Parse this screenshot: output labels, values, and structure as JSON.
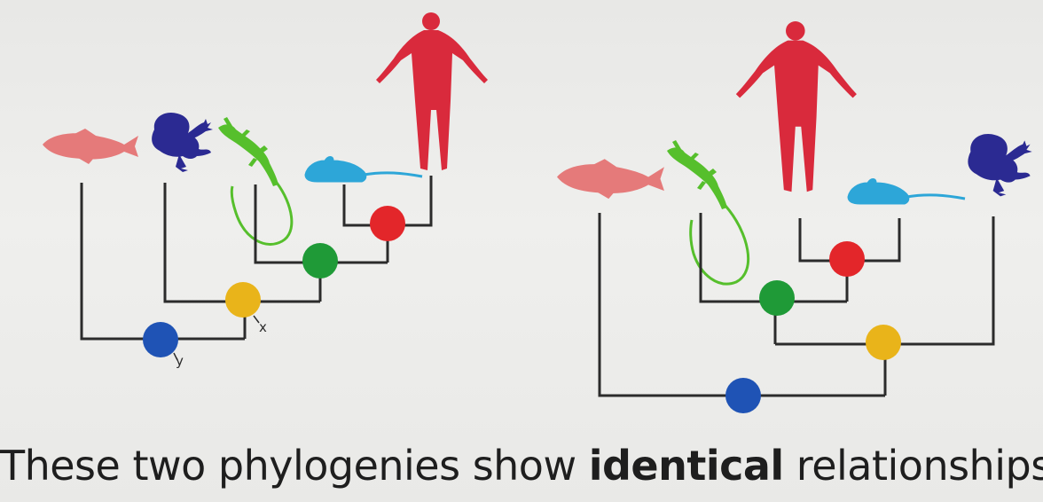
{
  "colors": {
    "fish": "#e57a7a",
    "frog": "#2b2a92",
    "lizard": "#56bf2c",
    "mouse": "#2da6d8",
    "human": "#d92a3c",
    "node_blue": "#1f53b5",
    "node_yellow": "#e9b41a",
    "node_green": "#1f9a37",
    "node_red": "#e3262a",
    "branch": "#2b2b2b"
  },
  "left_tree": {
    "labels": {
      "x": "x",
      "y": "y"
    }
  },
  "caption": {
    "before": "These two phylogenies show ",
    "emphasis": "identical",
    "after": " relationships"
  }
}
